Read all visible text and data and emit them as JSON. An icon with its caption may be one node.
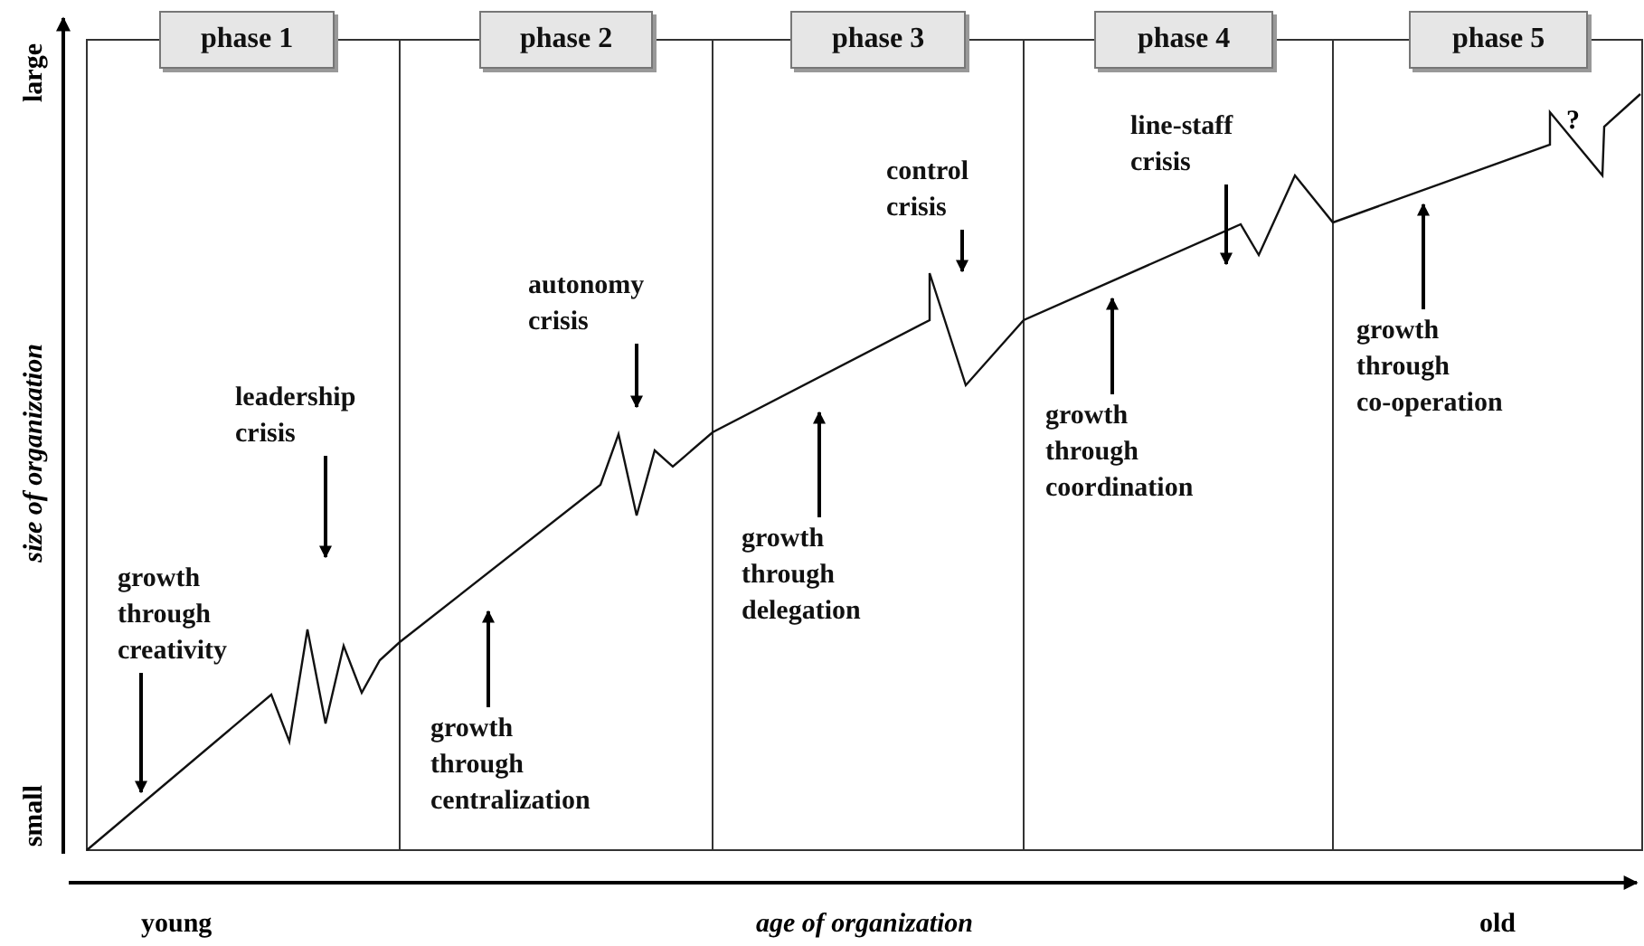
{
  "diagram": {
    "nodes": [
      {
        "text": [
          "phase 1"
        ]
      },
      {
        "text": [
          "phase 2"
        ]
      },
      {
        "text": [
          "phase 3"
        ]
      },
      {
        "text": [
          "phase 4"
        ]
      },
      {
        "text": [
          "phase 5"
        ]
      },
      {
        "text": [
          "growth through creativity"
        ]
      },
      {
        "text": [
          "leadership crisis"
        ]
      },
      {
        "text": [
          "growth through centralization"
        ]
      },
      {
        "text": [
          "autonomy crisis"
        ]
      },
      {
        "text": [
          "growth through delegation"
        ]
      },
      {
        "text": [
          "control crisis"
        ]
      },
      {
        "text": [
          "growth through coordination"
        ]
      },
      {
        "text": [
          "line-staff crisis"
        ]
      },
      {
        "text": [
          "growth through co-operation"
        ]
      }
    ],
    "edges": [
      {
        "from": 5,
        "to": null,
        "arrow": "to"
      },
      {
        "from": 6,
        "to": null,
        "arrow": "to"
      },
      {
        "from": 7,
        "to": null,
        "arrow": "to"
      },
      {
        "from": 8,
        "to": null,
        "arrow": "to"
      },
      {
        "from": 9,
        "to": null,
        "arrow": "to"
      },
      {
        "from": 10,
        "to": null,
        "arrow": "to"
      },
      {
        "from": 11,
        "to": null,
        "arrow": "to"
      },
      {
        "from": 12,
        "to": null,
        "arrow": "to"
      },
      {
        "from": 13,
        "to": null,
        "arrow": "to"
      }
    ],
    "labels": [
      "?",
      "large",
      "small",
      "size of organization",
      "young",
      "age of organization",
      "old"
    ]
  }
}
